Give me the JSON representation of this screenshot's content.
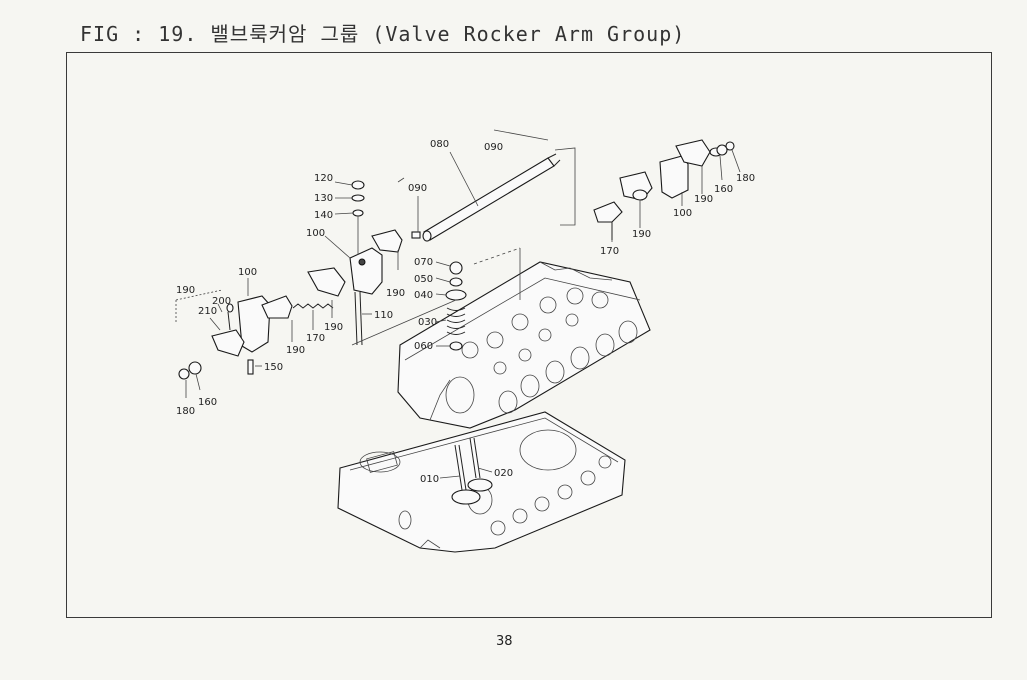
{
  "figure": {
    "title": "FIG : 19. 밸브룩커암 그룹 (Valve Rocker Arm Group)",
    "page_number": "38"
  },
  "part_labels": [
    {
      "id": "080",
      "text": "080"
    },
    {
      "id": "090a",
      "text": "090"
    },
    {
      "id": "090b",
      "text": "090"
    },
    {
      "id": "120",
      "text": "120"
    },
    {
      "id": "130",
      "text": "130"
    },
    {
      "id": "140",
      "text": "140"
    },
    {
      "id": "100a",
      "text": "100"
    },
    {
      "id": "100b",
      "text": "100"
    },
    {
      "id": "100c",
      "text": "100"
    },
    {
      "id": "190a",
      "text": "190"
    },
    {
      "id": "190b",
      "text": "190"
    },
    {
      "id": "190c",
      "text": "190"
    },
    {
      "id": "190d",
      "text": "190"
    },
    {
      "id": "190e",
      "text": "190"
    },
    {
      "id": "190f",
      "text": "190"
    },
    {
      "id": "200",
      "text": "200"
    },
    {
      "id": "210",
      "text": "210"
    },
    {
      "id": "170a",
      "text": "170"
    },
    {
      "id": "170b",
      "text": "170"
    },
    {
      "id": "110",
      "text": "110"
    },
    {
      "id": "150",
      "text": "150"
    },
    {
      "id": "160a",
      "text": "160"
    },
    {
      "id": "160b",
      "text": "160"
    },
    {
      "id": "180a",
      "text": "180"
    },
    {
      "id": "180b",
      "text": "180"
    },
    {
      "id": "070",
      "text": "070"
    },
    {
      "id": "050",
      "text": "050"
    },
    {
      "id": "040",
      "text": "040"
    },
    {
      "id": "030",
      "text": "030"
    },
    {
      "id": "060",
      "text": "060"
    },
    {
      "id": "010",
      "text": "010"
    },
    {
      "id": "020",
      "text": "020"
    }
  ]
}
